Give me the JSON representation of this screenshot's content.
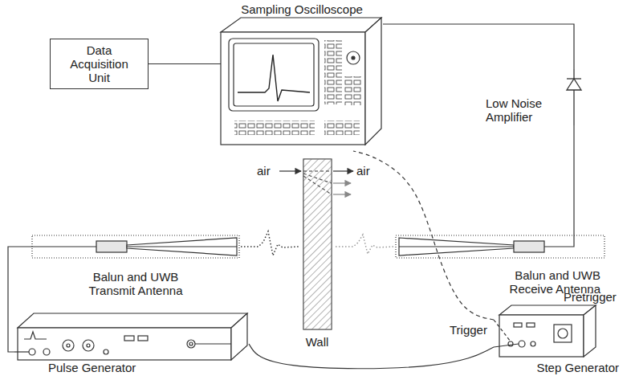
{
  "diagram": {
    "nodes": [
      {
        "text": [
          "Data Acquisition Unit"
        ]
      },
      {
        "text": [
          "Sampling Oscilloscope"
        ]
      },
      {
        "text": [
          "Low Noise Amplifier"
        ]
      },
      {
        "text": [
          "Wall"
        ]
      },
      {
        "text": [
          "Balun and UWB Transmit Antenna"
        ]
      },
      {
        "text": [
          "Balun and UWB Receive Antenna"
        ]
      },
      {
        "text": [
          "Pulse Generator"
        ]
      },
      {
        "text": [
          "Step Generator"
        ]
      }
    ],
    "edges": [
      {
        "from": 0,
        "to": 1,
        "arrow": "none"
      },
      {
        "from": 5,
        "to": 2,
        "arrow": "none"
      },
      {
        "from": 2,
        "to": 1,
        "arrow": "none"
      },
      {
        "from": 6,
        "to": 4,
        "arrow": "none"
      },
      {
        "from": 6,
        "to": 7,
        "arrow": "none"
      },
      {
        "from": 7,
        "to": 1,
        "arrow": "none"
      }
    ],
    "labels": [
      "air",
      "air",
      "Trigger",
      "Pretrigger"
    ]
  }
}
